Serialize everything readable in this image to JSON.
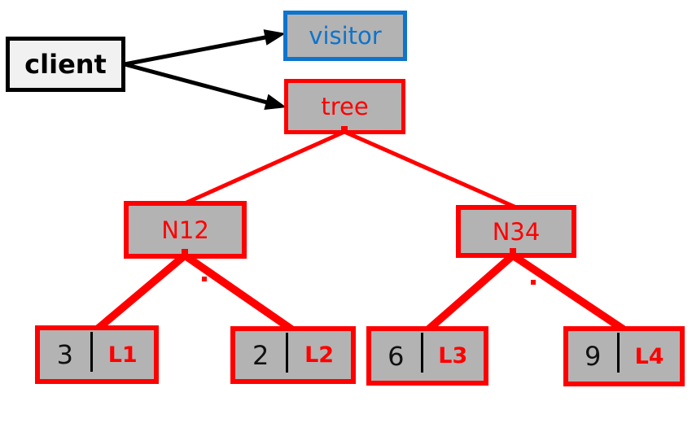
{
  "diagram": {
    "nodes": {
      "client": "client",
      "visitor": "visitor",
      "tree": "tree",
      "n12": "N12",
      "n34": "N34"
    },
    "leaves": [
      {
        "value": "3",
        "label": "L1"
      },
      {
        "value": "2",
        "label": "L2"
      },
      {
        "value": "6",
        "label": "L3"
      },
      {
        "value": "9",
        "label": "L4"
      }
    ],
    "edges": [
      {
        "from": "client",
        "to": "visitor",
        "style": "black-arrow"
      },
      {
        "from": "client",
        "to": "tree",
        "style": "black-arrow"
      },
      {
        "from": "tree",
        "to": "N12",
        "style": "red-thin"
      },
      {
        "from": "tree",
        "to": "N34",
        "style": "red-thin"
      },
      {
        "from": "N12",
        "to": "L1",
        "style": "red-thick"
      },
      {
        "from": "N12",
        "to": "L2",
        "style": "red-thick"
      },
      {
        "from": "N34",
        "to": "L3",
        "style": "red-thick"
      },
      {
        "from": "N34",
        "to": "L4",
        "style": "red-thick"
      }
    ],
    "colors": {
      "red": "#ff0000",
      "blue": "#0e74cc",
      "node_fill": "#b3b3b3",
      "client_fill": "#f1f1f1",
      "black": "#000000",
      "background": "#ffffff"
    }
  }
}
